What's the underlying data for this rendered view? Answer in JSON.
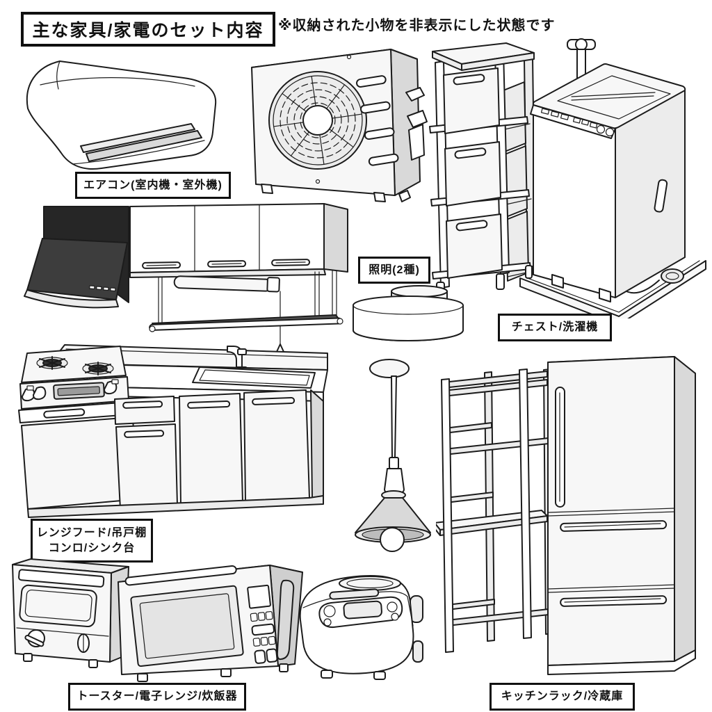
{
  "header": {
    "title": "主な家具/家電のセット内容",
    "note": "※収納された小物を非表示にした状態です"
  },
  "labels": {
    "aircon": "エアコン(室内機・室外機)",
    "lighting": "照明(2種)",
    "chest_washer": "チェスト/洗濯機",
    "kitchen_line1": "レンジフード/吊戸棚",
    "kitchen_line2": "コンロ/シンク台",
    "cooking": "トースター/電子レンジ/炊飯器",
    "rack_fridge": "キッチンラック/冷蔵庫"
  },
  "colors": {
    "line": "#1c1c1c",
    "hood_black": "#262626",
    "hood_face": "#3d3d3d",
    "shade_gray": "#c7c7c7",
    "background": "#ffffff"
  }
}
